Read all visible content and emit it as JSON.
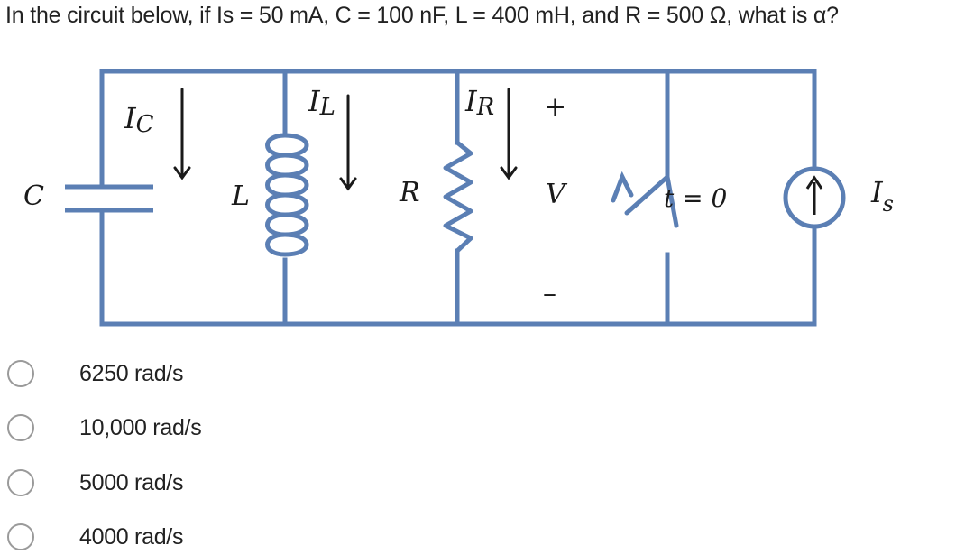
{
  "question": {
    "text": "In the circuit below, if Is = 50 mA, C = 100 nF, L = 400 mH, and R = 500 Ω, what is α?"
  },
  "circuit": {
    "wire_color": "#5b7fb4",
    "label_c_side": "C",
    "label_ic_main": "I",
    "label_ic_sub": "C",
    "label_l_side": "L",
    "label_il_main": "I",
    "label_il_sub": "L",
    "label_r_side": "R",
    "label_ir_main": "I",
    "label_ir_sub": "R",
    "label_plus": "+",
    "label_v": "V",
    "label_minus": "–",
    "label_switch": "t = 0",
    "label_is_main": "I",
    "label_is_sub": "s"
  },
  "options": [
    {
      "label": "6250 rad/s"
    },
    {
      "label": "10,000 rad/s"
    },
    {
      "label": "5000 rad/s"
    },
    {
      "label": "4000 rad/s"
    }
  ]
}
